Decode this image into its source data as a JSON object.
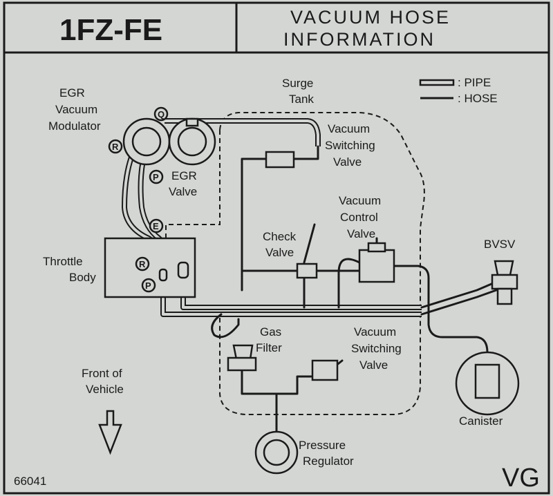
{
  "header": {
    "engine": "1FZ-FE",
    "title_line1": "VACUUM HOSE",
    "title_line2": "INFORMATION"
  },
  "legend": {
    "pipe": ": PIPE",
    "hose": ": HOSE"
  },
  "labels": {
    "egr_modulator": [
      "EGR",
      "Vacuum",
      "Modulator"
    ],
    "surge_tank": [
      "Surge",
      "Tank"
    ],
    "vsv_top": [
      "Vacuum",
      "Switching",
      "Valve"
    ],
    "egr_valve": [
      "EGR",
      "Valve"
    ],
    "vacuum_control": [
      "Vacuum",
      "Control",
      "Valve"
    ],
    "check_valve": [
      "Check",
      "Valve"
    ],
    "bvsv": "BVSV",
    "throttle_body": [
      "Throttle",
      "Body"
    ],
    "gas_filter": [
      "Gas",
      "Filter"
    ],
    "vsv_bottom": [
      "Vacuum",
      "Switching",
      "Valve"
    ],
    "front_of_vehicle": [
      "Front of",
      "Vehicle"
    ],
    "canister": "Canister",
    "pressure_regulator": [
      "Pressure",
      "Regulator"
    ]
  },
  "port_marks": {
    "q": "Q",
    "r_modulator": "R",
    "p_modulator": "P",
    "e": "E",
    "r_throttle": "R",
    "p_throttle": "P"
  },
  "footer": {
    "code": "66041",
    "mark": "VG"
  }
}
